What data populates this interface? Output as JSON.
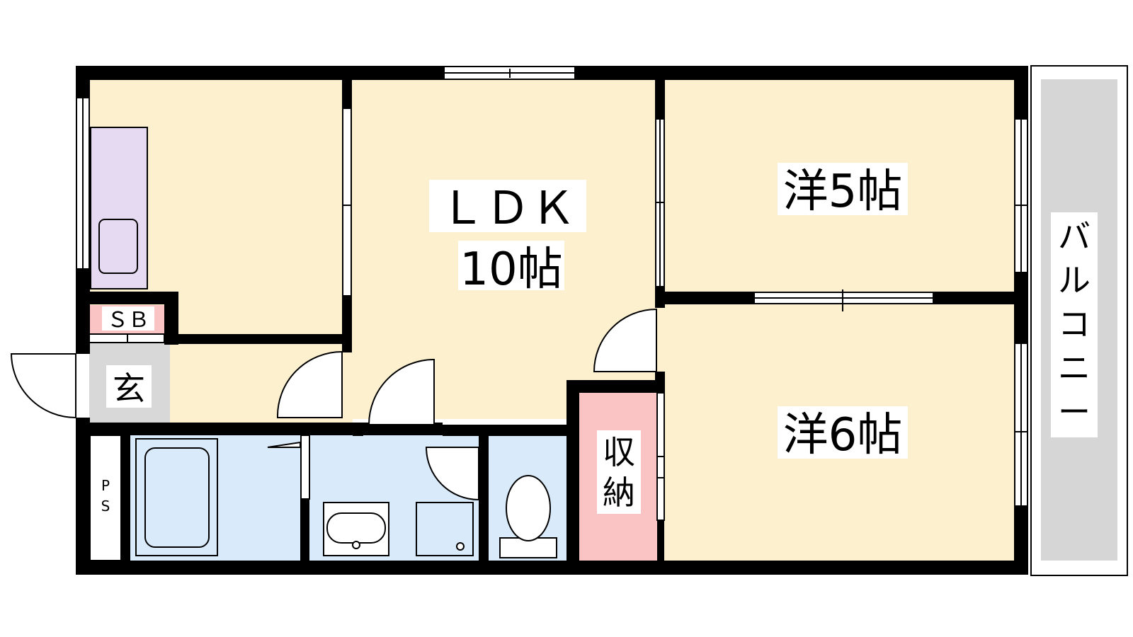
{
  "floorplan": {
    "ldk_line1": "ＬＤＫ",
    "ldk_line2": "10帖",
    "western5": "洋5帖",
    "western6": "洋6帖",
    "entrance": "玄",
    "shoe_box": "ＳＢ",
    "storage_char1": "収",
    "storage_char2": "納",
    "pipe_space_char1": "P",
    "pipe_space_char2": "S",
    "balcony": [
      "バ",
      "ル",
      "コ",
      "ニ",
      "ー"
    ]
  },
  "colors": {
    "room_fill": "#FDF0CF",
    "wet_area_fill": "#D9EAFB",
    "kitchen_fill": "#E6D9F2",
    "storage_fill": "#FBC4C4",
    "entrance_fill": "#D8D8D8",
    "balcony_fill": "#D6D6D6",
    "wall": "#000000"
  }
}
